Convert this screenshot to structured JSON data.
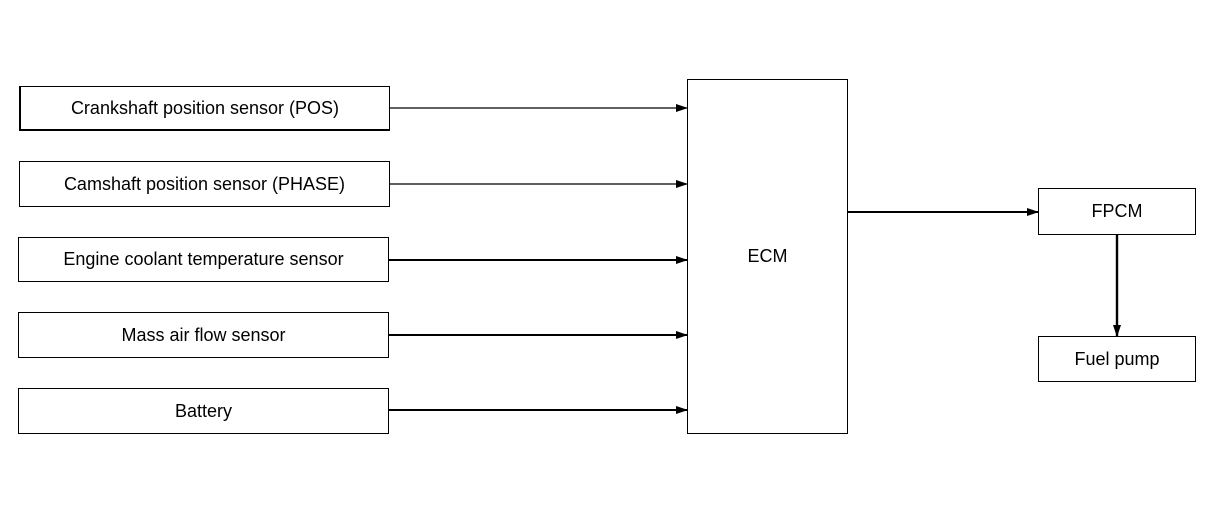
{
  "inputs": [
    {
      "id": "pos",
      "label": "Crankshaft position sensor (POS)"
    },
    {
      "id": "phase",
      "label": "Camshaft position sensor (PHASE)"
    },
    {
      "id": "ect",
      "label": "Engine coolant temperature sensor"
    },
    {
      "id": "maf",
      "label": "Mass air flow sensor"
    },
    {
      "id": "battery",
      "label": "Battery"
    }
  ],
  "ecm": {
    "label": "ECM"
  },
  "fpcm": {
    "label": "FPCM"
  },
  "fuel_pump": {
    "label": "Fuel pump"
  },
  "colors": {
    "line": "#000000",
    "background": "#ffffff"
  }
}
